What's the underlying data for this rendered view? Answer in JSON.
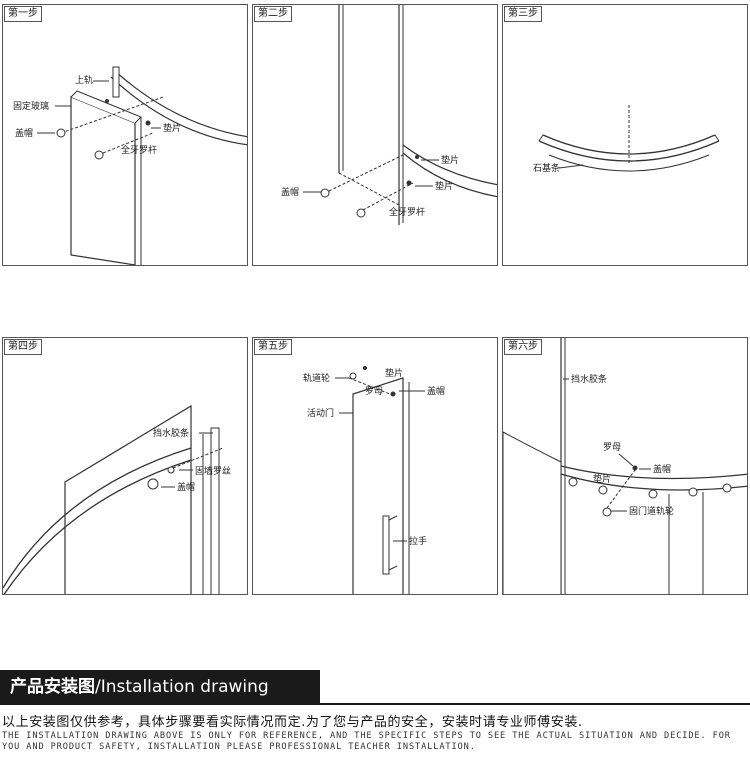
{
  "steps": [
    {
      "tag": "第一步",
      "labels": {
        "rail": "上轨",
        "glass": "固定玻璃",
        "cap": "盖帽",
        "washer": "垫片",
        "rod": "全牙罗杆"
      }
    },
    {
      "tag": "第二步",
      "labels": {
        "washer1": "垫片",
        "washer2": "垫片",
        "cap": "盖帽",
        "rod": "全牙罗杆"
      }
    },
    {
      "tag": "第三步",
      "labels": {
        "strip": "石基条"
      }
    },
    {
      "tag": "第四步",
      "labels": {
        "seal": "挡水胶条",
        "screw": "固墙罗丝",
        "cap": "盖帽"
      }
    },
    {
      "tag": "第五步",
      "labels": {
        "wheel": "轨道轮",
        "washer": "垫片",
        "nut": "罗母",
        "cap": "盖帽",
        "door": "活动门",
        "handle": "拉手"
      }
    },
    {
      "tag": "第六步",
      "labels": {
        "seal": "挡水胶条",
        "nut": "罗母",
        "cap": "盖帽",
        "washer": "垫片",
        "wheel": "固门道轨轮"
      }
    }
  ],
  "footer": {
    "title_cn": "产品安装图",
    "title_en": "/Installation drawing",
    "note_cn": "以上安装图仅供参考，具体步骤要看实际情况而定.为了您与产品的安全，安装时请专业师傅安装.",
    "note_en": "THE INSTALLATION DRAWING ABOVE IS ONLY FOR REFERENCE, AND THE SPECIFIC STEPS TO SEE THE ACTUAL SITUATION AND DECIDE. FOR YOU AND PRODUCT SAFETY, INSTALLATION PLEASE PROFESSIONAL TEACHER INSTALLATION."
  }
}
